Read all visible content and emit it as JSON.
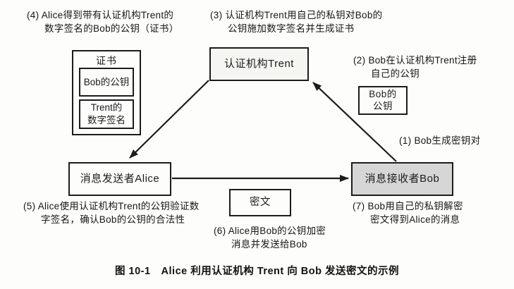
{
  "figure": {
    "caption": "图 10-1　Alice 利用认证机构 Trent 向 Bob 发送密文的示例"
  },
  "notes": {
    "step1": "(1) Bob生成密钥对",
    "step2": "(2) Bob在认证机构Trent注册\n自己的公钥",
    "step3": "(3) 认证机构Trent用自己的私钥对Bob的\n公钥施加数字签名并生成证书",
    "step4": "(4) Alice得到带有认证机构Trent的\n数字签名的Bob的公钥（证书）",
    "step5": "(5) Alice使用认证机构Trent的公钥验证数\n字签名，确认Bob的公钥的合法性",
    "step6": "(6) Alice用Bob的公钥加密\n消息并发送给Bob",
    "step7": "(7) Bob用自己的私钥解密\n密文得到Alice的消息"
  },
  "boxes": {
    "trent": "认证机构Trent",
    "alice": "消息发送者Alice",
    "bob": "消息接收者Bob",
    "ciphertext": "密文",
    "bob_public_key": "Bob的\n公钥",
    "certificate": {
      "title": "证书",
      "bob_key": "Bob的公钥",
      "trent_signature": "Trent的\n数字签名"
    }
  },
  "arrows": {
    "certificate_delivery": "Trent → Alice",
    "key_registration": "Bob → Trent",
    "ciphertext_transfer": "Alice → Bob"
  },
  "colors": {
    "line": "#1c1c1c",
    "bob_box_fill": "#d6d6d6",
    "trent_box_fill": "#f5f5f1",
    "background": "#fdfdfb"
  }
}
